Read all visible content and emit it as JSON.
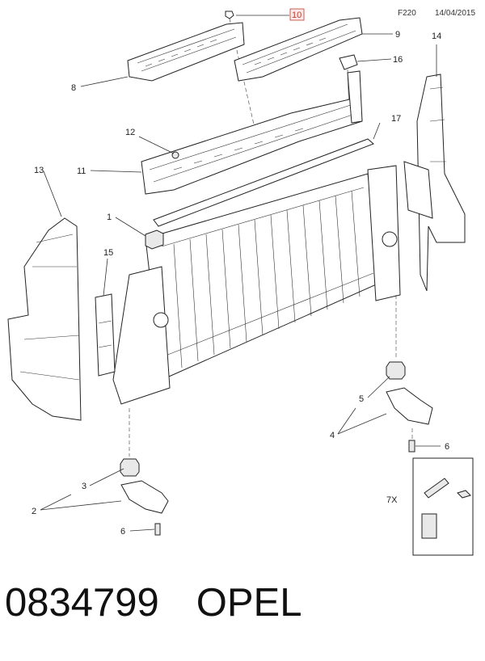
{
  "header": {
    "code": "F220",
    "date": "14/04/2015"
  },
  "callouts": {
    "c1": "1",
    "c2a": "2",
    "c3a": "3",
    "c4": "4",
    "c5": "5",
    "c6a": "6",
    "c6b": "6",
    "c7x": "7X",
    "c8": "8",
    "c9": "9",
    "c10": "10",
    "c11": "11",
    "c12": "12",
    "c13": "13",
    "c14": "14",
    "c15": "15",
    "c16": "16",
    "c17": "17"
  },
  "footer": {
    "part_number": "0834799",
    "brand": "OPEL"
  }
}
